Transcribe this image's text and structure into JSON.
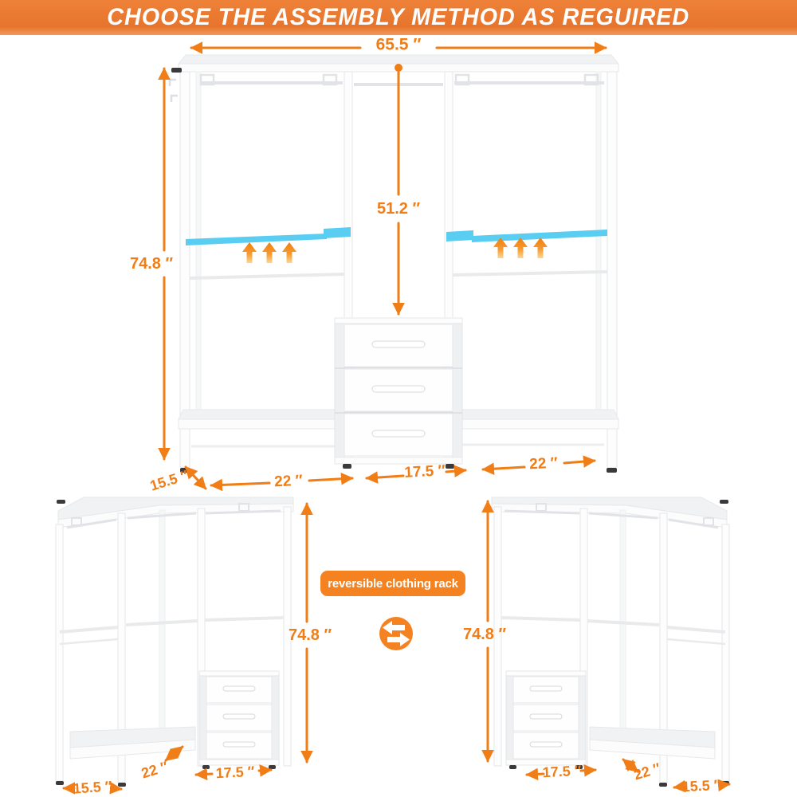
{
  "header": {
    "title": "CHOOSE THE ASSEMBLY METHOD AS REGUIRED"
  },
  "palette": {
    "banner_orange": "#e7742c",
    "dimension_orange": "#f07d16",
    "badge_orange": "#f58220",
    "shelf_highlight_cyan": "#59cdf2",
    "rack_white": "#ffffff"
  },
  "main_diagram": {
    "description": "straight wide clothing rack with 3 drawers",
    "dims": {
      "overall_width": "65.5 ″",
      "overall_height": "74.8 ″",
      "hanging_height": "51.2 ″",
      "depth": "15.5 ″",
      "left_rod_width": "22 ″",
      "drawer_width": "17.5 ″",
      "right_rod_width": "22 ″"
    }
  },
  "left_diagram": {
    "description": "L-shaped assembly, corner on left, drawers on right",
    "dims": {
      "height": "74.8 ″",
      "corner_width": "22 ″",
      "drawer_width": "17.5 ″",
      "depth": "15.5 ″"
    }
  },
  "right_diagram": {
    "description": "L-shaped assembly, drawers on left, corner on right",
    "dims": {
      "height": "74.8 ″",
      "drawer_width": "17.5 ″",
      "corner_width": "22 ″",
      "depth": "15.5 ″"
    }
  },
  "reversible": {
    "label": "reversible clothing rack",
    "icon": "swap-arrows-icon"
  }
}
